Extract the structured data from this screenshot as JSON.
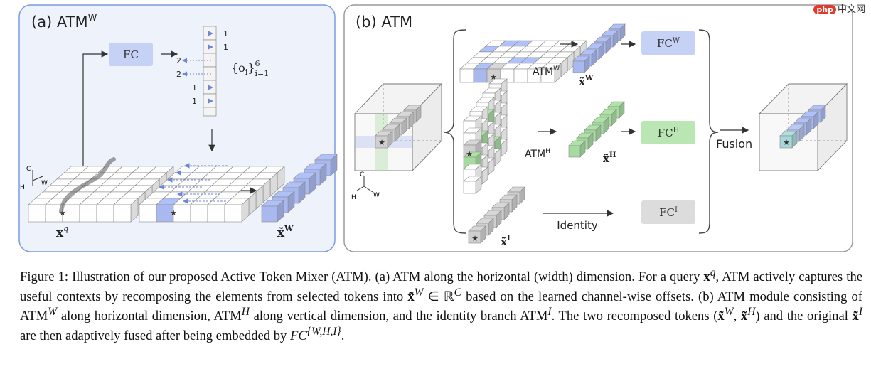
{
  "watermark": {
    "badge": "php",
    "text": "中文网"
  },
  "panel_a": {
    "title": "(a)  ATM",
    "title_sup": "W",
    "fc_label": "FC",
    "offsets_label": "{o",
    "offsets_sub": "i",
    "offsets_rest": "}",
    "offsets_range_top": "6",
    "offsets_range_bottom": "i=1",
    "offset_values": [
      "1",
      "1",
      "2",
      "2",
      "1",
      "1"
    ],
    "axis_c": "C",
    "axis_h": "H",
    "axis_w": "W",
    "xq_label": "x",
    "xq_sup": "q",
    "xw_label": "x̃",
    "xw_sup": "W"
  },
  "panel_b": {
    "title": "(b)  ATM",
    "atm_w": "ATM",
    "atm_w_sup": "W",
    "atm_h": "ATM",
    "atm_h_sup": "H",
    "xw_label": "x̃",
    "xw_sup": "W",
    "xh_label": "x̃",
    "xh_sup": "H",
    "xi_label": "x̃",
    "xi_sup": "I",
    "fc_w": "FC",
    "fc_w_sup": "W",
    "fc_h": "FC",
    "fc_h_sup": "H",
    "fc_i": "FC",
    "fc_i_sup": "I",
    "identity": "Identity",
    "fusion": "Fusion",
    "axis_c": "C",
    "axis_h": "H",
    "axis_w": "W",
    "star": "★"
  },
  "caption": {
    "p1": "Figure 1: Illustration of our proposed Active Token Mixer (ATM). (a) ATM along the horizontal (width) dimension. For a query ",
    "xq": "x",
    "xq_sup": "q",
    "p2": ", ATM actively captures the useful contexts by recomposing the elements from selected tokens into ",
    "xw": "x̃",
    "xw_sup": "W",
    "p3": " ∈ ℝ",
    "rc_sup": "C",
    "p4": " based on the learned channel-wise offsets. (b) ATM module consisting of ATM",
    "atmw_sup": "W",
    "p5": " along horizontal dimension, ATM",
    "atmh_sup": "H",
    "p6": " along vertical dimension, and the identity branch ATM",
    "atmi_sup": "I",
    "p7": ". The two recomposed tokens (",
    "t1": "x̃",
    "t1_sup": "W",
    "p8": ", ",
    "t2": "x̃",
    "t2_sup": "H",
    "p9": ") and the original ",
    "t3": "x̃",
    "t3_sup": "I",
    "p10": " are then adaptively fused after being embedded by ",
    "fc": "FC",
    "fc_sup": "{W,H,I}",
    "p11": "."
  },
  "colors": {
    "panel_a_bg": "#eef2fb",
    "panel_a_border": "#7c9be0",
    "panel_b_bg": "#ffffff",
    "panel_b_border": "#9a9a9a",
    "blue": "#a9b9ef",
    "blue_dark": "#7e91d8",
    "green": "#a6dba0",
    "green_dark": "#78bf72",
    "gray": "#cfcfcf",
    "gray_dark": "#a8a8a8",
    "fc_blue": "#c6d2f5",
    "fc_green": "#b9e6b3",
    "fc_gray": "#dcdcdc"
  }
}
